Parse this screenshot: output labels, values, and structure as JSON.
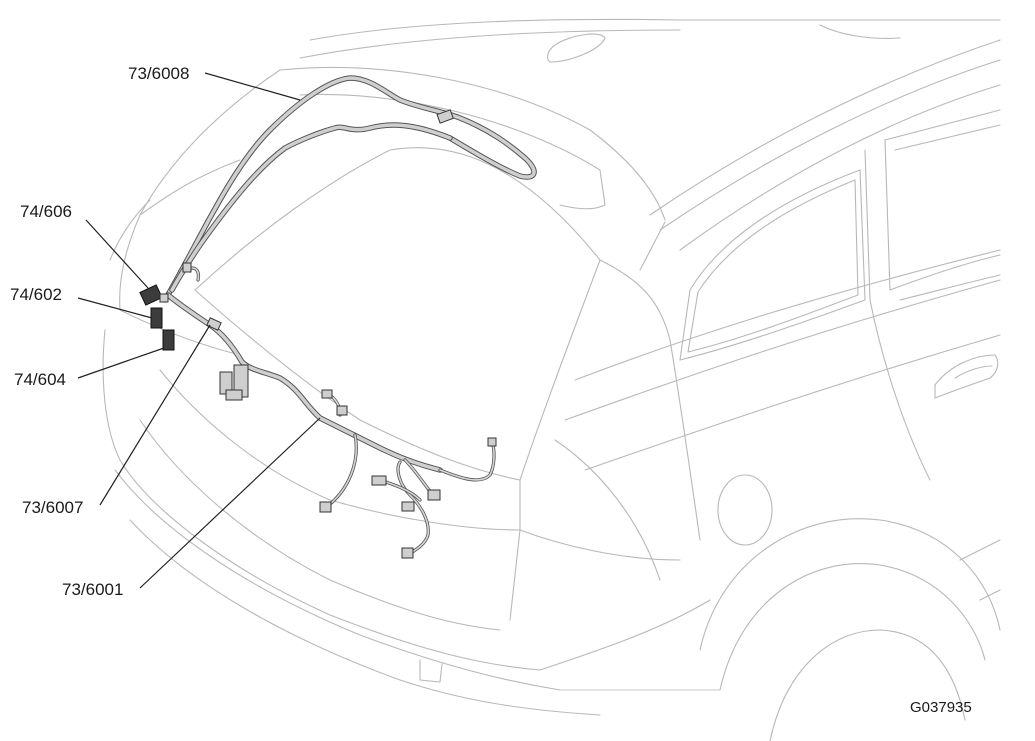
{
  "callouts": {
    "c1": "73/6008",
    "c2": "74/606",
    "c3": "74/602",
    "c4": "74/604",
    "c5": "73/6007",
    "c6": "73/6001"
  },
  "figure_id": "G037935",
  "colors": {
    "outline": "#b8b8b8",
    "harness": "#555555",
    "connector_dark": "#3c3c3c",
    "text": "#1a1a1a"
  }
}
